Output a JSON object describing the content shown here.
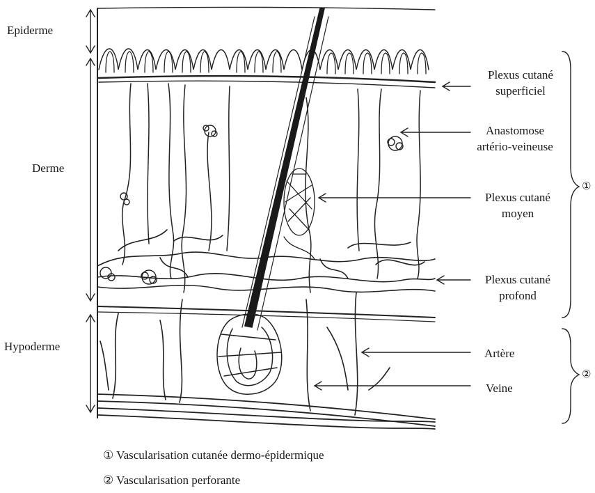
{
  "layers": {
    "epiderme": "Epiderme",
    "derme": "Derme",
    "hypoderme": "Hypoderme"
  },
  "structures": {
    "plexus_superficiel_l1": "Plexus cutané",
    "plexus_superficiel_l2": "superficiel",
    "anastomose_l1": "Anastomose",
    "anastomose_l2": "artério-veineuse",
    "plexus_moyen_l1": "Plexus cutané",
    "plexus_moyen_l2": "moyen",
    "plexus_profond_l1": "Plexus cutané",
    "plexus_profond_l2": "profond",
    "artere": "Artère",
    "veine": "Veine"
  },
  "brace_markers": {
    "one": "①",
    "two": "②"
  },
  "legend": {
    "item1": "① Vascularisation cutanée dermo-épidermique",
    "item2": "② Vascularisation perforante"
  }
}
